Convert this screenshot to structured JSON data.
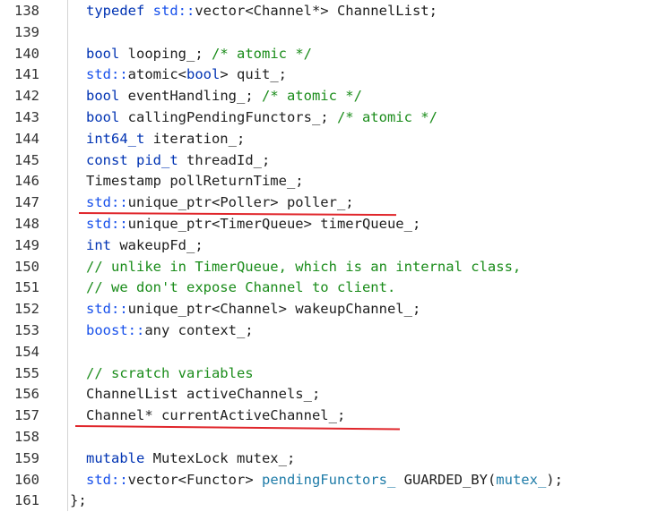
{
  "editor": {
    "lines": [
      {
        "num": "138",
        "tokens": [
          {
            "t": "typedef ",
            "k": "keyword"
          },
          {
            "t": "std::",
            "k": "ns"
          },
          {
            "t": "vector<Channel*> ChannelList;",
            "k": "plain"
          }
        ]
      },
      {
        "num": "139",
        "tokens": []
      },
      {
        "num": "140",
        "tokens": [
          {
            "t": "bool ",
            "k": "type"
          },
          {
            "t": "looping_; ",
            "k": "plain"
          },
          {
            "t": "/* atomic */",
            "k": "comment"
          }
        ]
      },
      {
        "num": "141",
        "tokens": [
          {
            "t": "std::",
            "k": "ns"
          },
          {
            "t": "atomic<",
            "k": "plain"
          },
          {
            "t": "bool",
            "k": "type"
          },
          {
            "t": "> quit_;",
            "k": "plain"
          }
        ]
      },
      {
        "num": "142",
        "tokens": [
          {
            "t": "bool ",
            "k": "type"
          },
          {
            "t": "eventHandling_; ",
            "k": "plain"
          },
          {
            "t": "/* atomic */",
            "k": "comment"
          }
        ]
      },
      {
        "num": "143",
        "tokens": [
          {
            "t": "bool ",
            "k": "type"
          },
          {
            "t": "callingPendingFunctors_; ",
            "k": "plain"
          },
          {
            "t": "/* atomic */",
            "k": "comment"
          }
        ]
      },
      {
        "num": "144",
        "tokens": [
          {
            "t": "int64_t ",
            "k": "type"
          },
          {
            "t": "iteration_;",
            "k": "plain"
          }
        ]
      },
      {
        "num": "145",
        "tokens": [
          {
            "t": "const ",
            "k": "keyword"
          },
          {
            "t": "pid_t ",
            "k": "type"
          },
          {
            "t": "threadId_;",
            "k": "plain"
          }
        ]
      },
      {
        "num": "146",
        "tokens": [
          {
            "t": "Timestamp pollReturnTime_;",
            "k": "plain"
          }
        ]
      },
      {
        "num": "147",
        "tokens": [
          {
            "t": "std::",
            "k": "ns"
          },
          {
            "t": "unique_ptr<Poller> poller_;",
            "k": "plain"
          }
        ]
      },
      {
        "num": "148",
        "tokens": [
          {
            "t": "std::",
            "k": "ns"
          },
          {
            "t": "unique_ptr<TimerQueue> timerQueue_;",
            "k": "plain"
          }
        ]
      },
      {
        "num": "149",
        "tokens": [
          {
            "t": "int ",
            "k": "type"
          },
          {
            "t": "wakeupFd_;",
            "k": "plain"
          }
        ]
      },
      {
        "num": "150",
        "tokens": [
          {
            "t": "// unlike in TimerQueue, which is an internal class,",
            "k": "comment"
          }
        ]
      },
      {
        "num": "151",
        "tokens": [
          {
            "t": "// we don't expose Channel to client.",
            "k": "comment"
          }
        ]
      },
      {
        "num": "152",
        "tokens": [
          {
            "t": "std::",
            "k": "ns"
          },
          {
            "t": "unique_ptr<Channel> wakeupChannel_;",
            "k": "plain"
          }
        ]
      },
      {
        "num": "153",
        "tokens": [
          {
            "t": "boost::",
            "k": "ns"
          },
          {
            "t": "any context_;",
            "k": "plain"
          }
        ]
      },
      {
        "num": "154",
        "tokens": []
      },
      {
        "num": "155",
        "tokens": [
          {
            "t": "// scratch variables",
            "k": "comment"
          }
        ]
      },
      {
        "num": "156",
        "tokens": [
          {
            "t": "ChannelList activeChannels_;",
            "k": "plain"
          }
        ]
      },
      {
        "num": "157",
        "tokens": [
          {
            "t": "Channel* currentActiveChannel_;",
            "k": "plain"
          }
        ]
      },
      {
        "num": "158",
        "tokens": []
      },
      {
        "num": "159",
        "tokens": [
          {
            "t": "mutable ",
            "k": "keyword"
          },
          {
            "t": "MutexLock mutex_;",
            "k": "plain"
          }
        ]
      },
      {
        "num": "160",
        "tokens": [
          {
            "t": "std::",
            "k": "ns"
          },
          {
            "t": "vector<Functor> ",
            "k": "plain"
          },
          {
            "t": "pendingFunctors_ ",
            "k": "func"
          },
          {
            "t": "GUARDED_BY(",
            "k": "plain"
          },
          {
            "t": "mutex_",
            "k": "func"
          },
          {
            "t": ");",
            "k": "plain"
          }
        ]
      },
      {
        "num": "161",
        "tokens": [
          {
            "t": "};",
            "k": "plain"
          }
        ]
      }
    ]
  },
  "annotations": {
    "underline_color": "#e0262b",
    "underlined_lines": [
      "147",
      "157"
    ]
  }
}
